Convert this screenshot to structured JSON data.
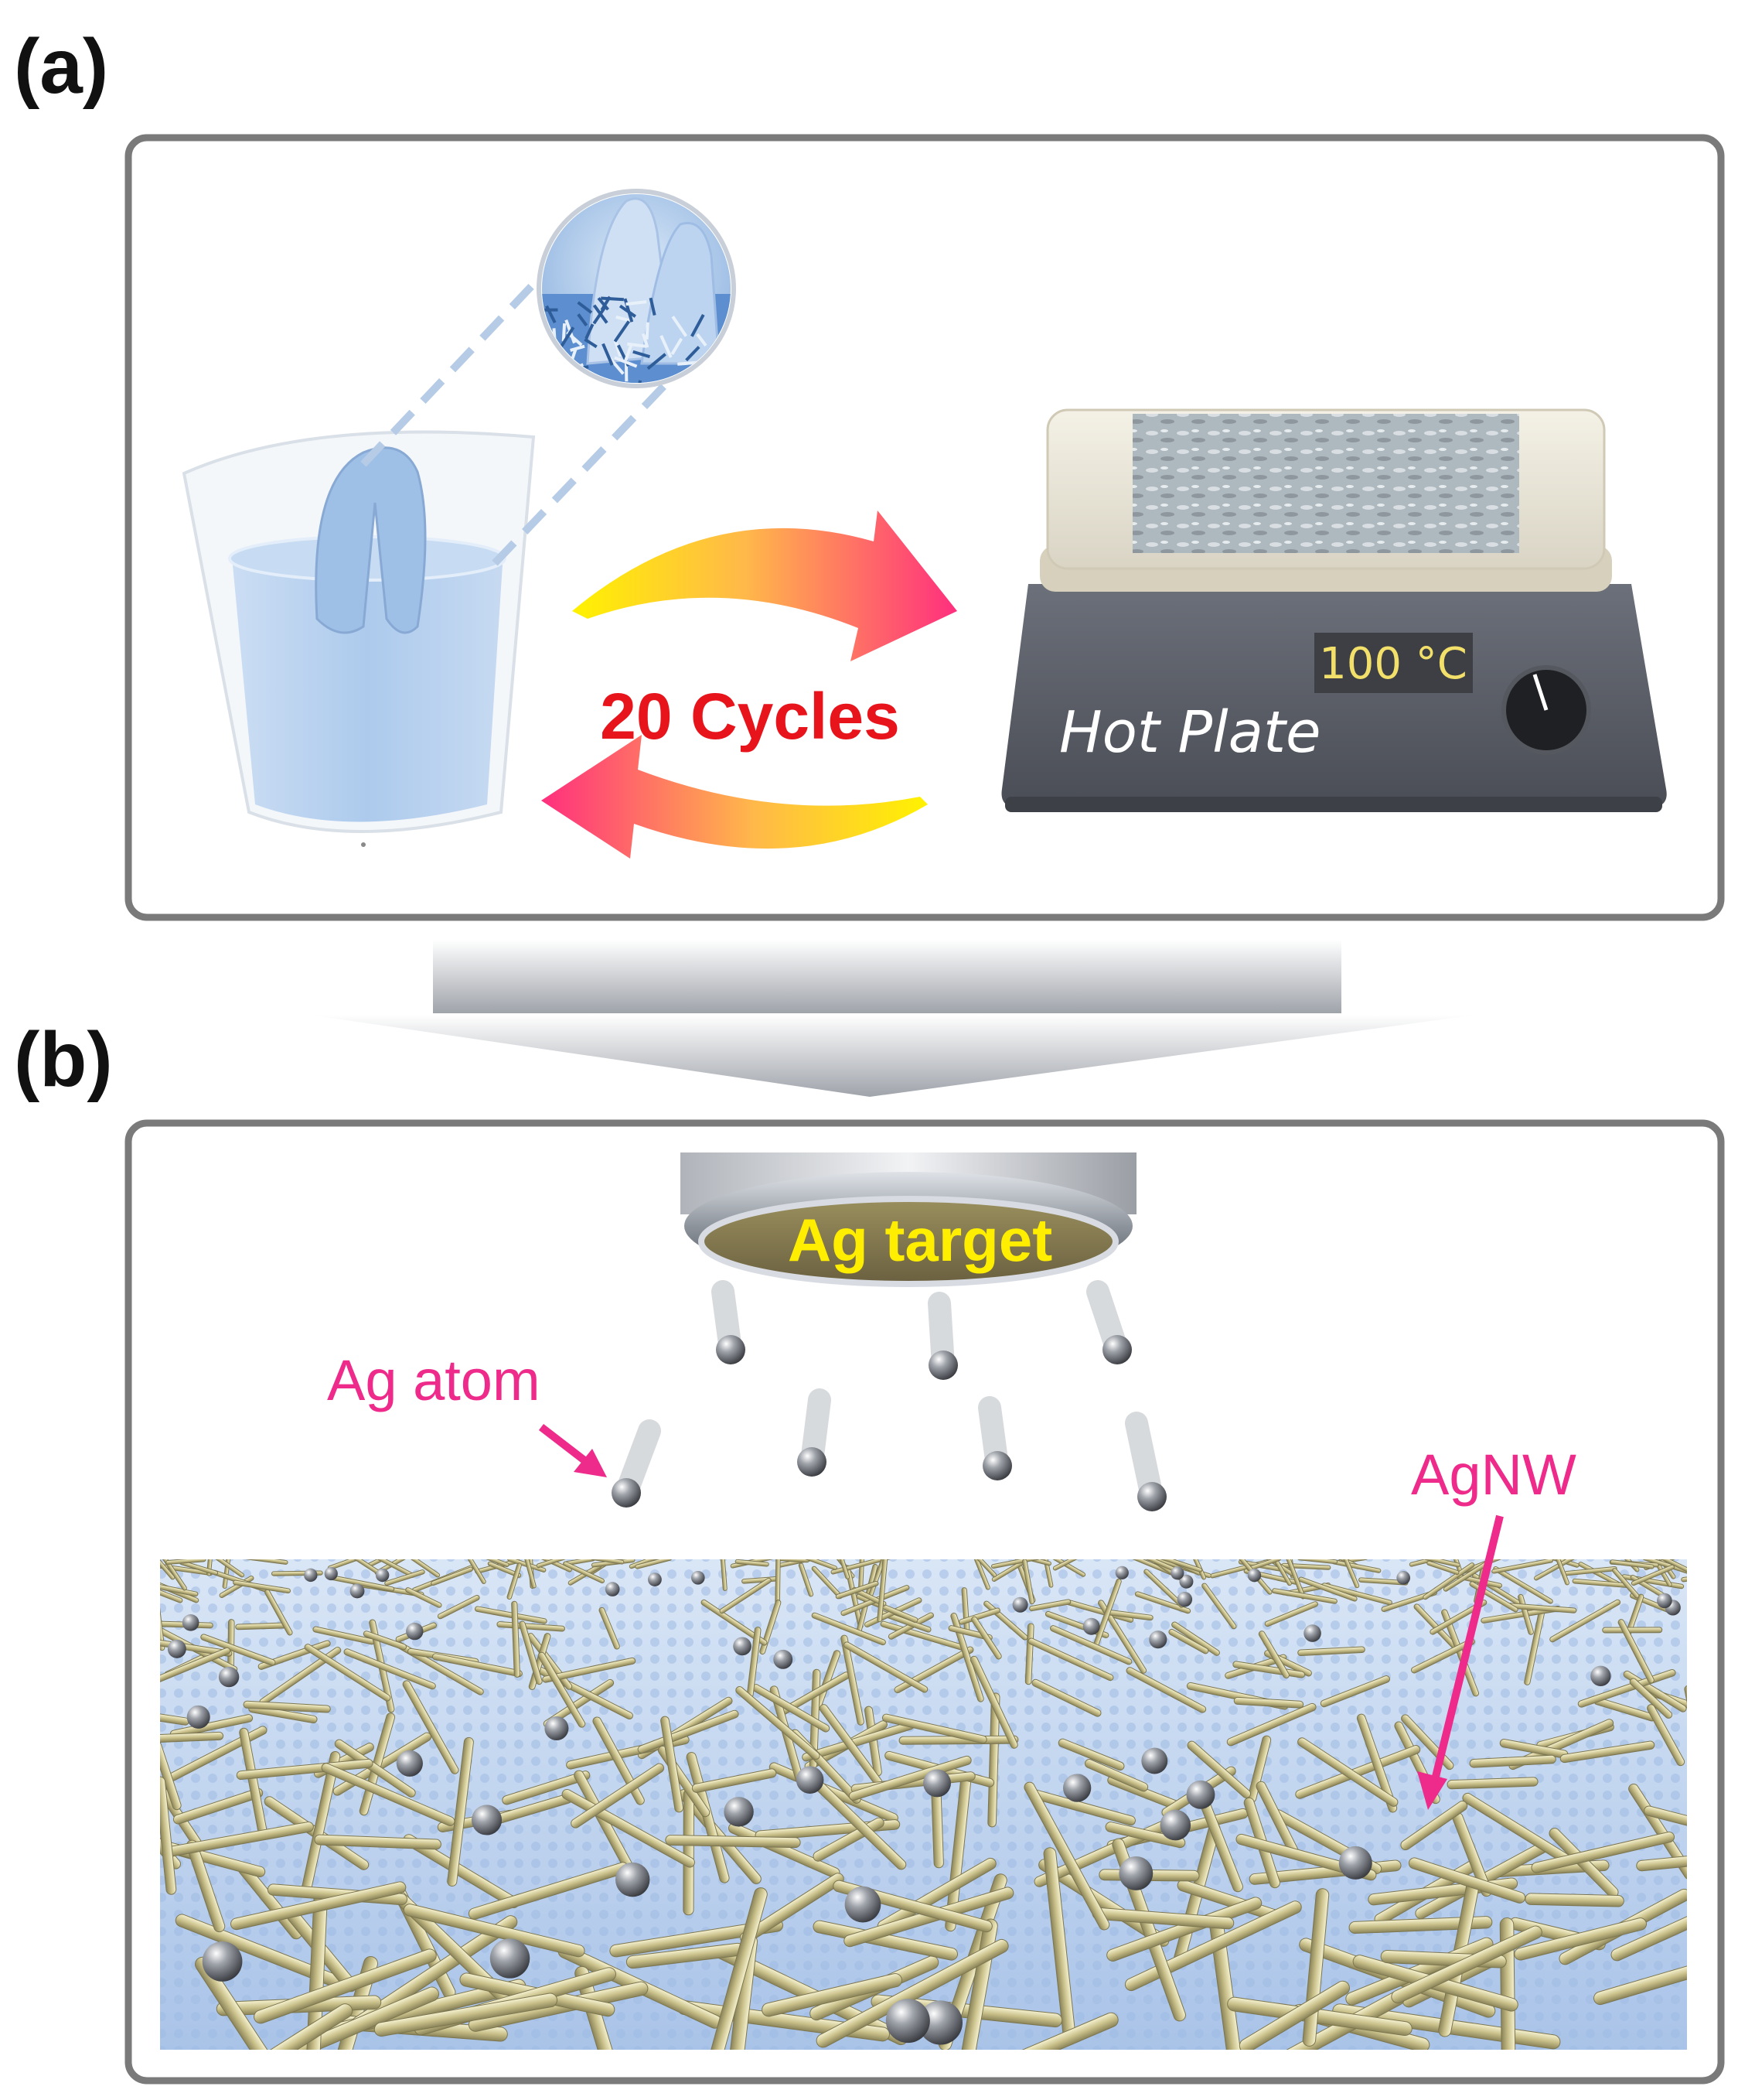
{
  "panel_a": {
    "tag": "(a)",
    "cycles_label": "20 Cycles",
    "hot_plate": {
      "display_text": "100 °C",
      "brand_label": "Hot Plate"
    }
  },
  "panel_b": {
    "tag": "(b)",
    "target_label": "Ag target",
    "atom_label": "Ag atom",
    "nanowire_label": "AgNW"
  },
  "colors": {
    "cycles_text": "#e8141c",
    "callout": "#ee2a8a",
    "target_text": "#ffee00",
    "display_text": "#f2e06a",
    "panel_border": "#7a7a7a",
    "liquid": "#a9c8ec",
    "substrate": "#b9d1ef"
  }
}
